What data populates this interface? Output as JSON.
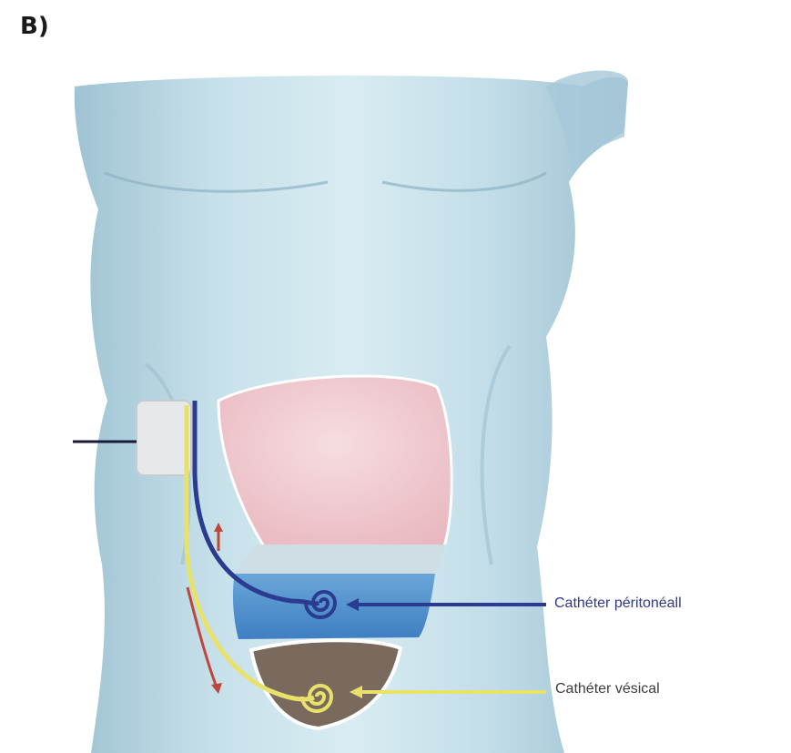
{
  "panel_label": "B)",
  "labels": {
    "peritoneal_catheter": "Cathéter péritonéall",
    "bladder_catheter": "Cathéter vésical"
  },
  "colors": {
    "skin": "#b9d6e3",
    "skin_shadow": "#8fb5c7",
    "peritoneal_catheter": "#2b3b8f",
    "bladder_catheter": "#e8e26a",
    "ascites_fluid": "#4d8fcf",
    "bladder": "#7a6a5e",
    "liver_region": "#f0c9cf",
    "flow_arrow": "#c0463a"
  }
}
